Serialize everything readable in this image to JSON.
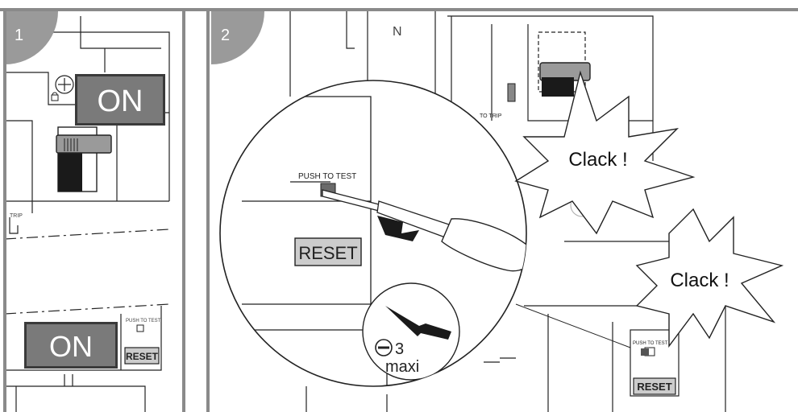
{
  "panel1": {
    "step_number": "1",
    "on_top": "ON",
    "on_bottom": "ON",
    "trip_label": "TRIP",
    "push_to_test_small": "PUSH TO TEST",
    "reset_small": "RESET"
  },
  "panel2": {
    "step_number": "2",
    "neutral_label": "N",
    "to_trip_label": "TO TRIP",
    "push_to_test": "PUSH TO TEST",
    "reset": "RESET",
    "clack_top": "Clack !",
    "clack_bottom": "Clack !",
    "screwdriver_size": "3",
    "screwdriver_max": "maxi",
    "push_to_test_small": "PUSH TO TEST",
    "reset_small": "RESET"
  },
  "colors": {
    "frame_gray": "#8a8a8a",
    "label_bg": "#7a7a7a",
    "step_badge": "#9a9a9a",
    "line": "#222222"
  }
}
